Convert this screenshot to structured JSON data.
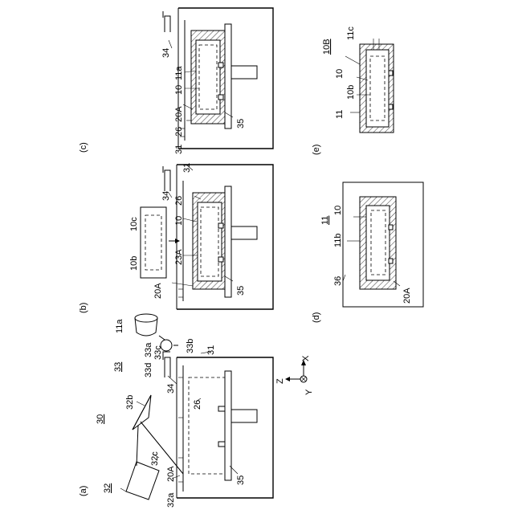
{
  "panels": {
    "a": "(a)",
    "b": "(b)",
    "c": "(c)",
    "d": "(d)",
    "e": "(e)"
  },
  "labels": {
    "a": {
      "l30": "30",
      "l32": "32",
      "l32a": "32a",
      "l32b": "32b",
      "l32c": "32c",
      "l20A": "20A",
      "l35": "35",
      "l26": "26",
      "l34": "34",
      "l33": "33",
      "l33a": "33a",
      "l33b": "33b",
      "l33c": "33c",
      "l33d": "33d",
      "l11a": "11a",
      "l31": "31",
      "axZ": "Z",
      "axX": "X",
      "axY": "Y"
    },
    "b": {
      "l10b": "10b",
      "l10c": "10c",
      "l10": "10",
      "l23A": "23A",
      "l20A": "20A",
      "l35": "35",
      "l26": "26",
      "l34": "34",
      "l31": "31"
    },
    "c": {
      "l34": "34",
      "l11a": "11a",
      "l10": "10",
      "l20A": "20A",
      "l26": "26",
      "l31": "31",
      "l35": "35"
    },
    "d": {
      "l36": "36",
      "l11b": "11b",
      "l11": "11",
      "l10": "10",
      "l20A": "20A"
    },
    "e": {
      "l10B": "10B",
      "l11c": "11c",
      "l10": "10",
      "l10b": "10b",
      "l11": "11"
    }
  }
}
